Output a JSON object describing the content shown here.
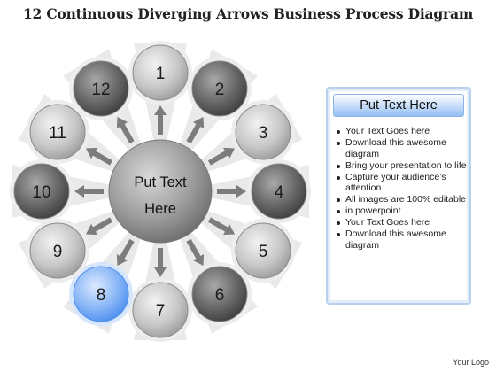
{
  "title": "12 Continuous Diverging Arrows Business Process Diagram",
  "center": {
    "line1": "Put Text",
    "line2": "Here"
  },
  "nodes": [
    {
      "label": "1",
      "shade": "light"
    },
    {
      "label": "2",
      "shade": "dark"
    },
    {
      "label": "3",
      "shade": "light"
    },
    {
      "label": "4",
      "shade": "dark"
    },
    {
      "label": "5",
      "shade": "light"
    },
    {
      "label": "6",
      "shade": "dark"
    },
    {
      "label": "7",
      "shade": "light"
    },
    {
      "label": "8",
      "shade": "blue"
    },
    {
      "label": "9",
      "shade": "light"
    },
    {
      "label": "10",
      "shade": "dark"
    },
    {
      "label": "11",
      "shade": "light"
    },
    {
      "label": "12",
      "shade": "dark"
    }
  ],
  "colors": {
    "accent": "#5b9cf5",
    "panel_border": "#b9d1ef",
    "dark_node": "#5a5a5a",
    "light_node": "#c9c9c9"
  },
  "panel": {
    "header": "Put Text Here",
    "items": [
      "Your Text Goes here",
      "Download this awesome diagram",
      "Bring your presentation to life",
      "Capture your audience’s attention",
      "All images are 100% editable",
      "in powerpoint",
      "Your Text Goes here",
      "Download this awesome diagram"
    ]
  },
  "logo": "Your Logo"
}
